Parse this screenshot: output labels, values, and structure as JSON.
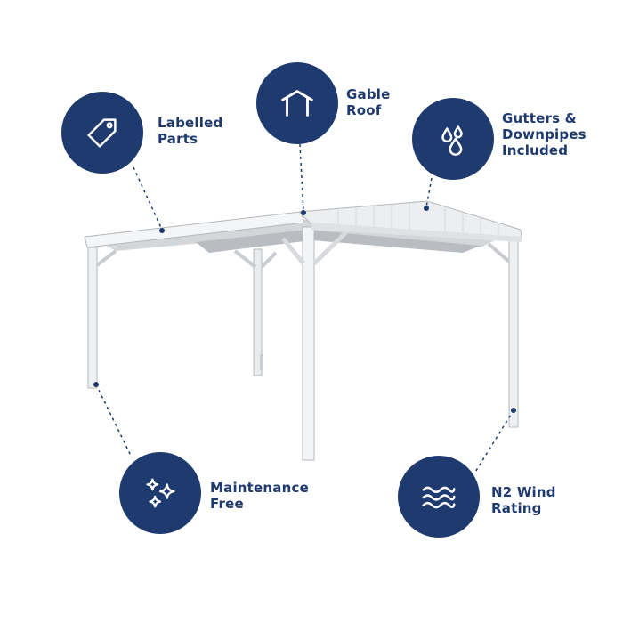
{
  "colors": {
    "badge": "#1e3a6e",
    "label_text": "#1e3a6e",
    "icon": "#ffffff",
    "callout_line": "#1e3a6e",
    "structure": "#f2f3f4",
    "structure_shadow": "#c9ccd0",
    "structure_outline": "#b4b8bd"
  },
  "features": [
    {
      "id": "labelled-parts",
      "icon": "tag-icon",
      "label": "Labelled\nParts"
    },
    {
      "id": "gable-roof",
      "icon": "gable-roof-icon",
      "label": "Gable\nRoof"
    },
    {
      "id": "gutters",
      "icon": "water-drops-icon",
      "label": "Gutters &\nDownpipes\nIncluded"
    },
    {
      "id": "maintenance-free",
      "icon": "sparkles-icon",
      "label": "Maintenance\nFree"
    },
    {
      "id": "wind-rating",
      "icon": "wind-waves-icon",
      "label": "N2 Wind\nRating"
    }
  ]
}
